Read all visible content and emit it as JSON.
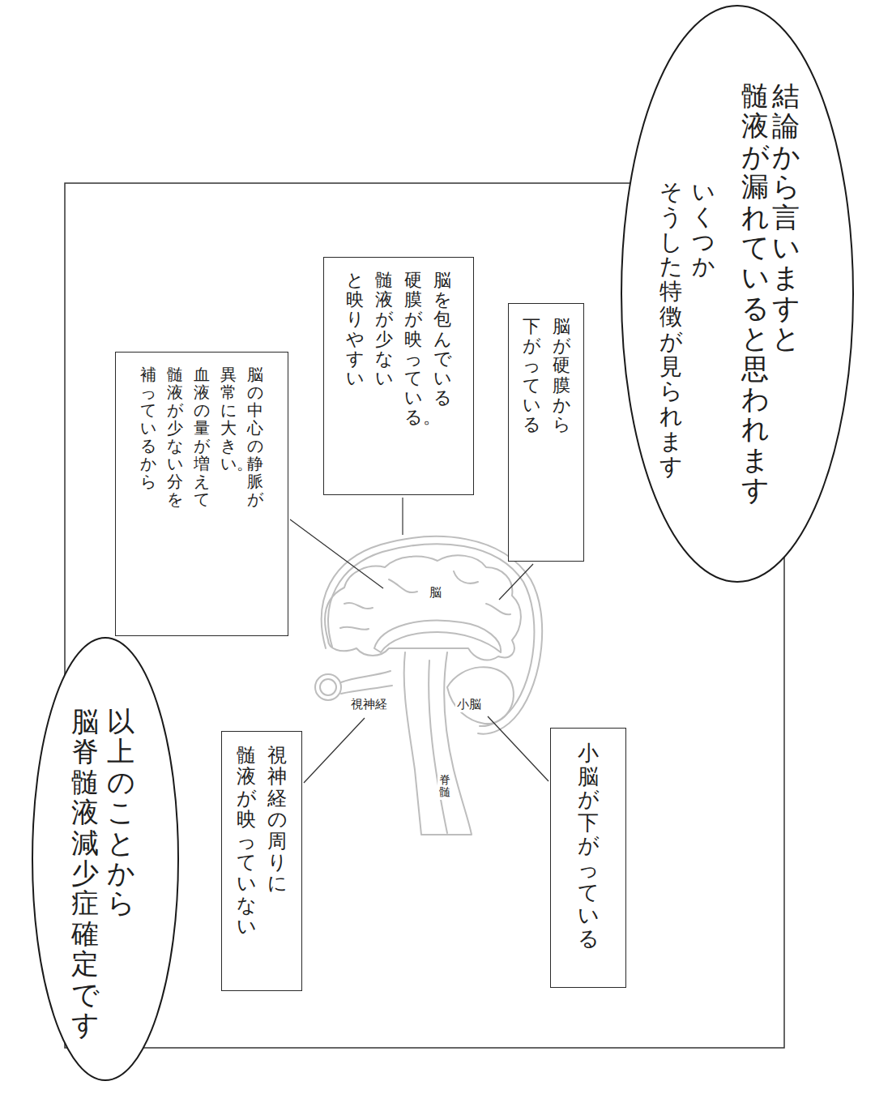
{
  "diagram": {
    "nodes": [
      {
        "text": [
          "結論から言いますと 髄液が漏れていると思われます",
          "いくつか そうした特徴が見られます"
        ]
      },
      {
        "text": [
          "脳が硬膜から 下がっている"
        ]
      },
      {
        "text": [
          "脳を包んでいる 硬膜が映っている。 髄液が少ない と映りやすい"
        ]
      },
      {
        "text": [
          "脳の中心の静脈が 異常に大きい。 血液の量が増えて 髄液が少ない分を 補っているから"
        ]
      },
      {
        "text": [
          "小脳が下がっている"
        ]
      },
      {
        "text": [
          "視神経の周りに 髄液が映っていない"
        ]
      },
      {
        "text": [
          "以上のことから 脳脊髄液減少症確定です"
        ]
      }
    ],
    "labels": [
      "脳",
      "視神経",
      "小脳",
      "脊髄"
    ]
  }
}
